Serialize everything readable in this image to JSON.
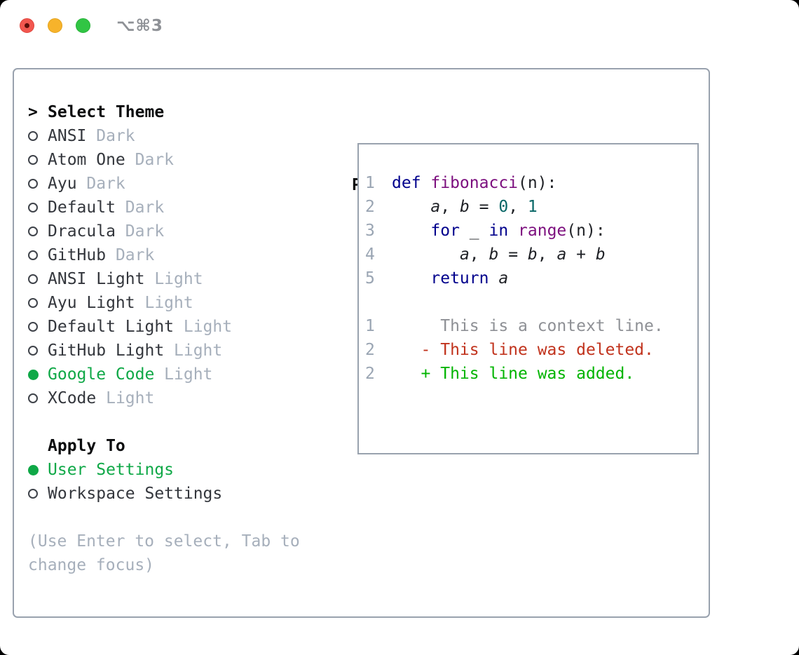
{
  "titlebar": {
    "shortcut": "⌥⌘3",
    "traffic_lights": [
      "close",
      "minimize",
      "zoom"
    ]
  },
  "theme_selector": {
    "header_prefix": ">",
    "header": "Select Theme",
    "items": [
      {
        "name": "ANSI",
        "variant": "Dark",
        "selected": false
      },
      {
        "name": "Atom One",
        "variant": "Dark",
        "selected": false
      },
      {
        "name": "Ayu",
        "variant": "Dark",
        "selected": false
      },
      {
        "name": "Default",
        "variant": "Dark",
        "selected": false
      },
      {
        "name": "Dracula",
        "variant": "Dark",
        "selected": false
      },
      {
        "name": "GitHub",
        "variant": "Dark",
        "selected": false
      },
      {
        "name": "ANSI Light",
        "variant": "Light",
        "selected": false
      },
      {
        "name": "Ayu Light",
        "variant": "Light",
        "selected": false
      },
      {
        "name": "Default Light",
        "variant": "Light",
        "selected": false
      },
      {
        "name": "GitHub Light",
        "variant": "Light",
        "selected": false
      },
      {
        "name": "Google Code",
        "variant": "Light",
        "selected": true
      },
      {
        "name": "XCode",
        "variant": "Light",
        "selected": false
      }
    ]
  },
  "apply_to": {
    "header": "Apply To",
    "options": [
      {
        "label": "User Settings",
        "selected": true
      },
      {
        "label": "Workspace Settings",
        "selected": false
      }
    ]
  },
  "help": {
    "line1": "(Use Enter to select, Tab to",
    "line2": "change focus)"
  },
  "preview": {
    "header": "Preview",
    "lines": [
      {
        "num": "1",
        "tokens": [
          {
            "c": "kw",
            "s": "def "
          },
          {
            "c": "fn",
            "s": "fibonacci"
          },
          {
            "c": "pl",
            "s": "(n):"
          }
        ]
      },
      {
        "num": "2",
        "tokens": [
          {
            "c": "pl",
            "s": "    "
          },
          {
            "c": "var",
            "s": "a"
          },
          {
            "c": "pl",
            "s": ", "
          },
          {
            "c": "var",
            "s": "b"
          },
          {
            "c": "pl",
            "s": " = "
          },
          {
            "c": "lit",
            "s": "0"
          },
          {
            "c": "pl",
            "s": ", "
          },
          {
            "c": "lit",
            "s": "1"
          }
        ]
      },
      {
        "num": "3",
        "tokens": [
          {
            "c": "pl",
            "s": "    "
          },
          {
            "c": "kw",
            "s": "for"
          },
          {
            "c": "pl",
            "s": " _ "
          },
          {
            "c": "kw",
            "s": "in"
          },
          {
            "c": "pl",
            "s": " "
          },
          {
            "c": "fn",
            "s": "range"
          },
          {
            "c": "pl",
            "s": "(n):"
          }
        ]
      },
      {
        "num": "4",
        "tokens": [
          {
            "c": "pl",
            "s": "       "
          },
          {
            "c": "var",
            "s": "a"
          },
          {
            "c": "pl",
            "s": ", "
          },
          {
            "c": "var",
            "s": "b"
          },
          {
            "c": "pl",
            "s": " = "
          },
          {
            "c": "var",
            "s": "b"
          },
          {
            "c": "pl",
            "s": ", "
          },
          {
            "c": "var",
            "s": "a"
          },
          {
            "c": "pl",
            "s": " + "
          },
          {
            "c": "var",
            "s": "b"
          }
        ]
      },
      {
        "num": "5",
        "tokens": [
          {
            "c": "pl",
            "s": "    "
          },
          {
            "c": "kw",
            "s": "return"
          },
          {
            "c": "pl",
            "s": " "
          },
          {
            "c": "var",
            "s": "a"
          }
        ]
      },
      {
        "num": "",
        "tokens": []
      },
      {
        "num": "1",
        "tokens": [
          {
            "c": "ctx",
            "s": "     This is a context line."
          }
        ]
      },
      {
        "num": "2",
        "tokens": [
          {
            "c": "del",
            "s": "   - This line was deleted."
          }
        ]
      },
      {
        "num": "2",
        "tokens": [
          {
            "c": "add",
            "s": "   + This line was added."
          }
        ]
      }
    ]
  },
  "colors": {
    "accent_green": "#0fa847",
    "diff_added": "#00b400",
    "diff_deleted": "#c1331d",
    "context_gray": "#8e9095",
    "keyword_navy": "#00008c",
    "function_purple": "#7c0f7e",
    "literal_teal": "#076666",
    "variant_gray": "#a6afbb",
    "border_gray": "#99a2ae",
    "traffic_red": "#f2574f",
    "traffic_yellow": "#f7b32b",
    "traffic_green": "#31c544"
  }
}
